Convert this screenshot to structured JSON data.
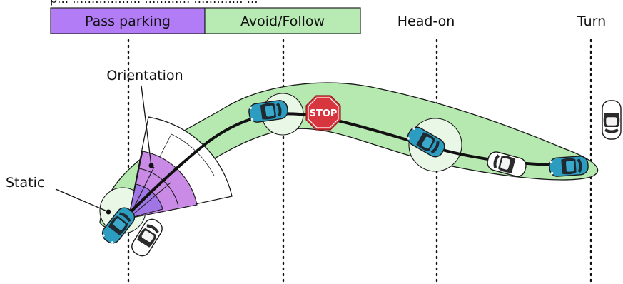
{
  "top_text_fragment": "p… ………………  …………  …………. …",
  "phases": {
    "pass_parking": "Pass parking",
    "avoid_follow": "Avoid/Follow",
    "head_on": "Head-on",
    "turn": "Turn"
  },
  "labels": {
    "orientation": "Orientation",
    "static": "Static"
  },
  "stop_sign": "STOP",
  "colors": {
    "pass_parking_fill": "#b27cf6",
    "avoid_follow_fill": "#b7ebb3",
    "corridor_fill": "#b6e9b0",
    "corridor_light": "#e8f7e6",
    "wedge_purple": "#c98be6",
    "wedge_violet": "#a076e6",
    "ego_car": "#2c9cc0",
    "stop_red": "#d8363e"
  }
}
